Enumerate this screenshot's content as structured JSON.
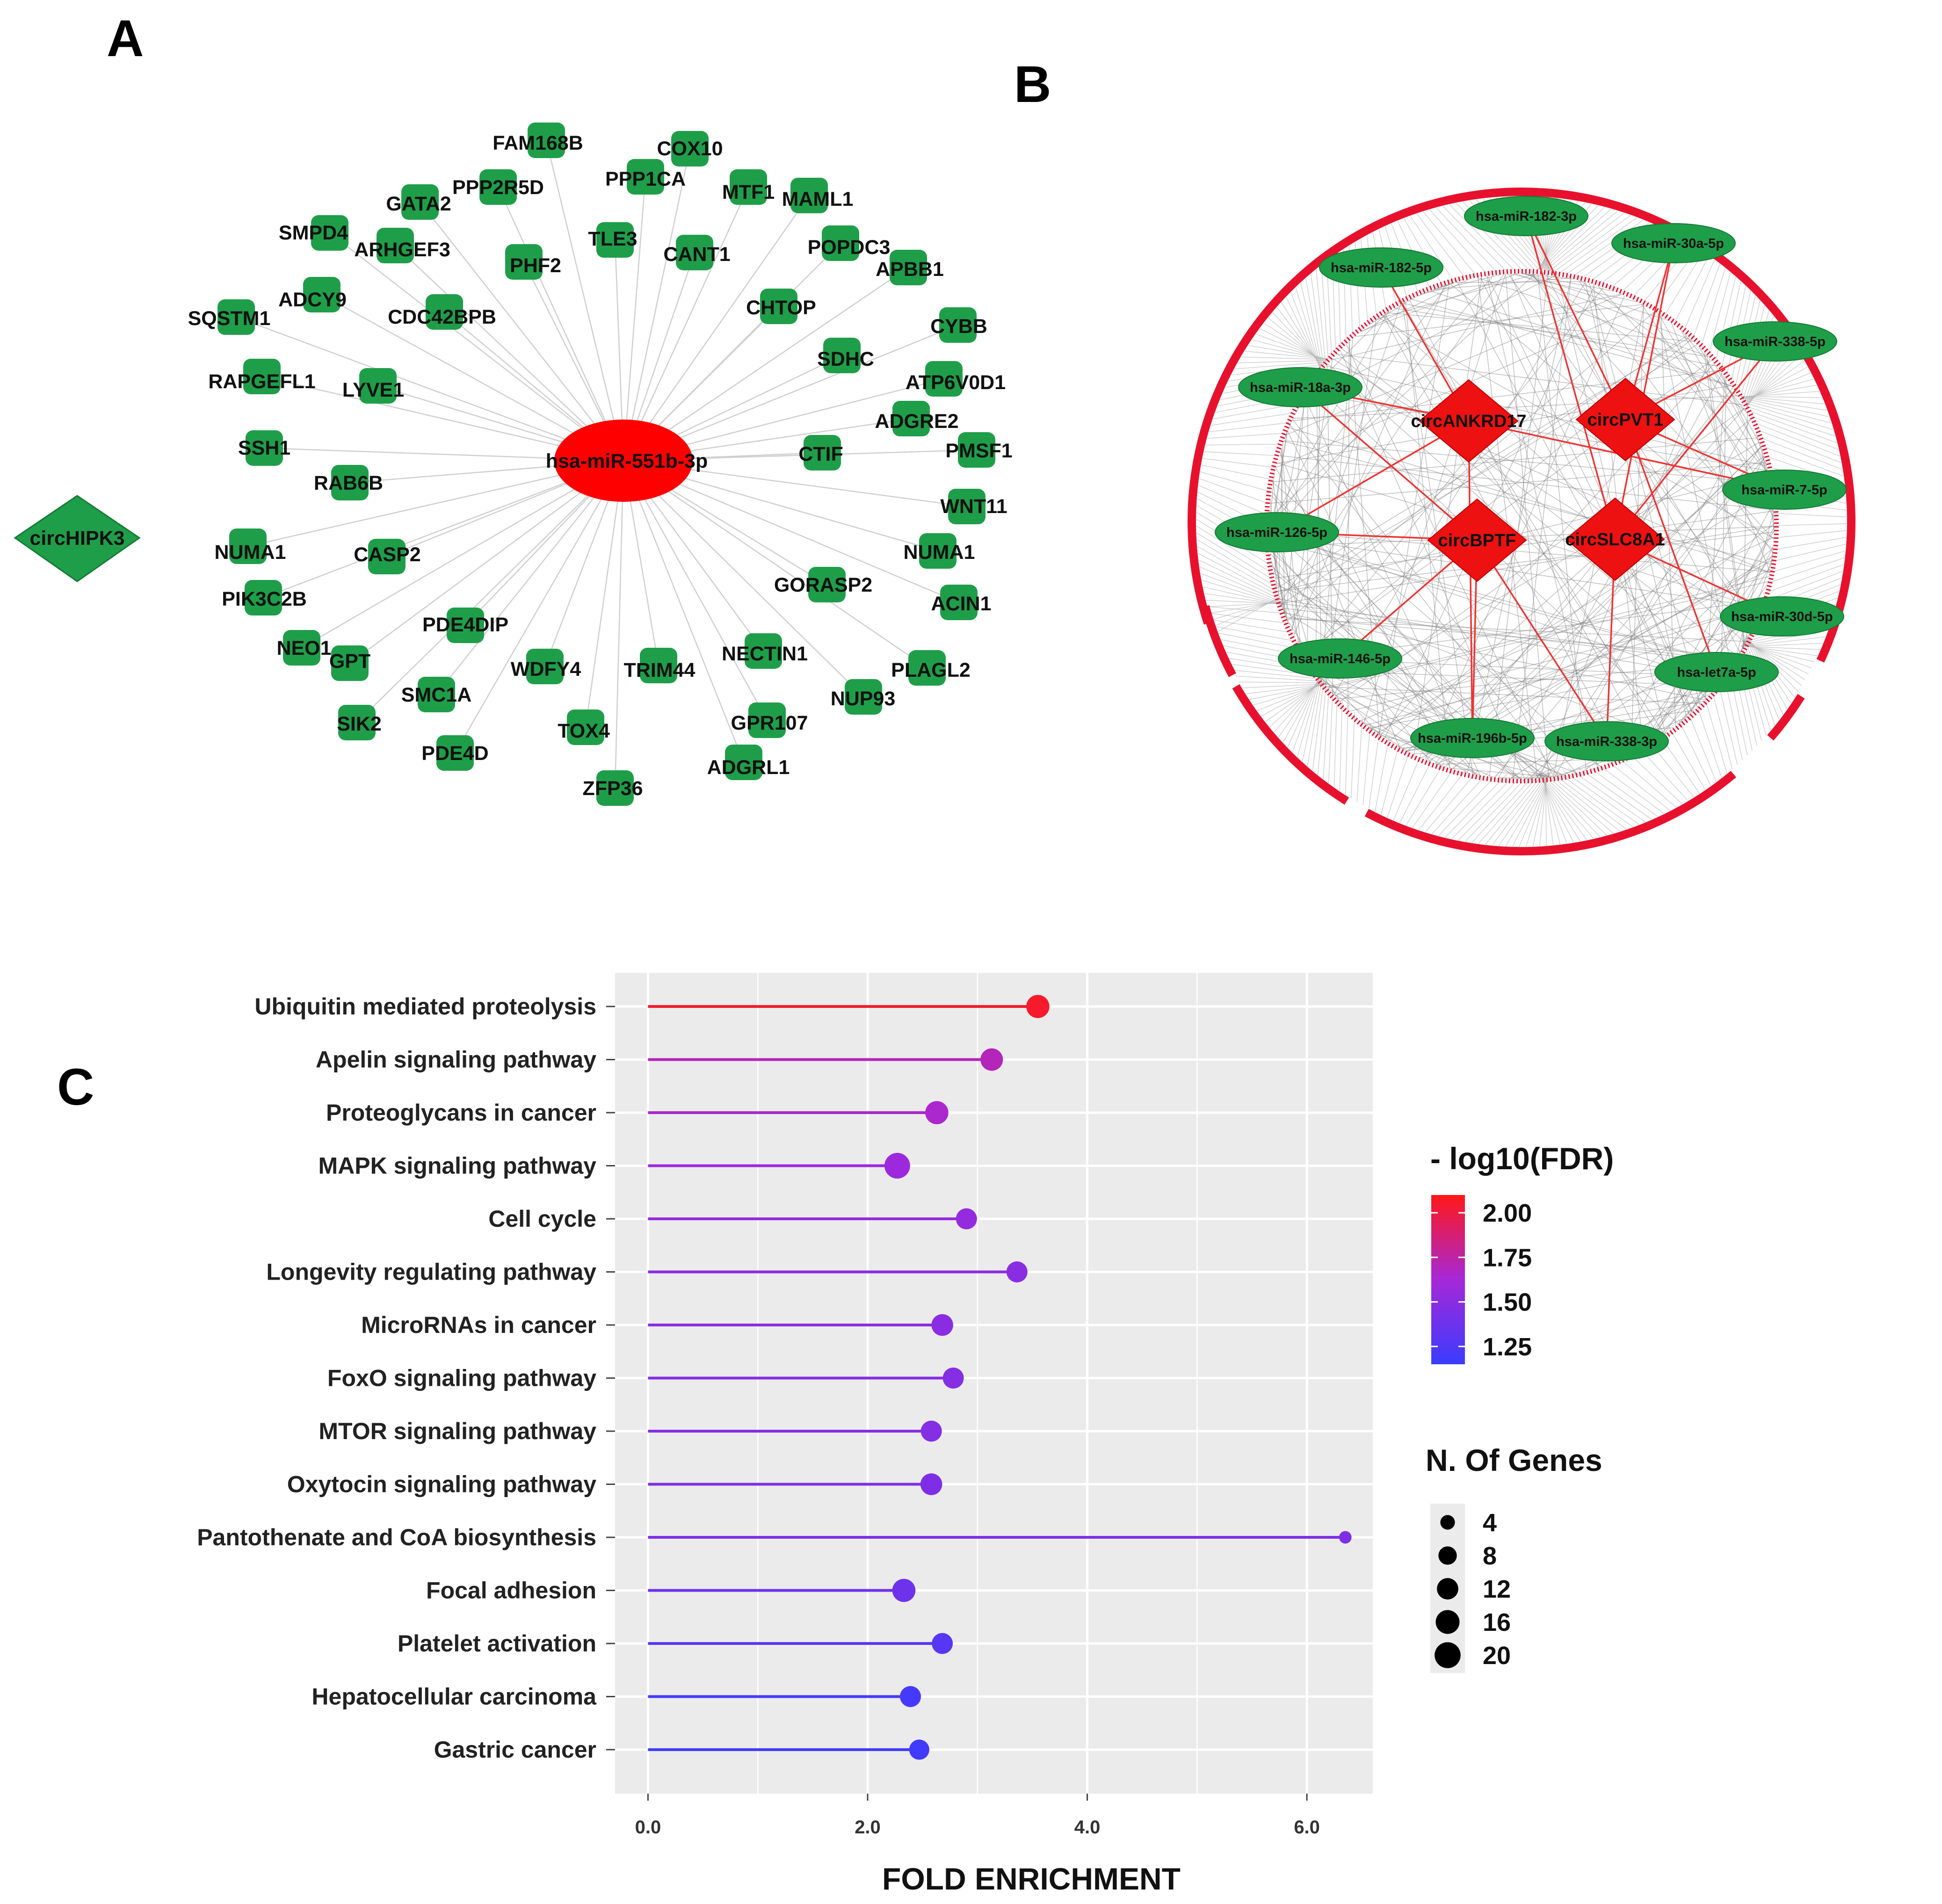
{
  "panels": {
    "a": "A",
    "b": "B",
    "c": "C"
  },
  "network_a": {
    "hub": "hsa-miR-551b-3p",
    "circ": "circHIPK3",
    "genes": [
      "FAM168B",
      "COX10",
      "PPP1CA",
      "PPP2R5D",
      "MTF1",
      "MAML1",
      "GATA2",
      "SMPD4",
      "ARHGEF3",
      "TLE3",
      "CANT1",
      "POPDC3",
      "PHF2",
      "APBB1",
      "ADCY9",
      "CHTOP",
      "SQSTM1",
      "CDC42BPB",
      "CYBB",
      "SDHC",
      "RAPGEFL1",
      "LYVE1",
      "ATP6V0D1",
      "ADGRE2",
      "SSH1",
      "CTIF",
      "PMSF1",
      "RAB6B",
      "WNT11",
      "NUMA1",
      "CASP2",
      "NUMA1",
      "GORASP2",
      "PIK3C2B",
      "ACIN1",
      "PDE4DIP",
      "NEO1",
      "GPT",
      "WDFY4",
      "TRIM44",
      "NECTIN1",
      "PLAGL2",
      "SMC1A",
      "NUP93",
      "SIK2",
      "GPR107",
      "TOX4",
      "PDE4D",
      "ADGRL1",
      "ZFP36"
    ]
  },
  "network_b": {
    "circs": [
      "circANKRD17",
      "circPVT1",
      "circBPTF",
      "circSLC8A1"
    ],
    "mirnas": [
      "hsa-miR-182-3p",
      "hsa-miR-182-5p",
      "hsa-miR-30a-5p",
      "hsa-miR-338-5p",
      "hsa-miR-18a-3p",
      "hsa-miR-7-5p",
      "hsa-miR-126-5p",
      "hsa-miR-30d-5p",
      "hsa-miR-146-5p",
      "hsa-let7a-5p",
      "hsa-miR-196b-5p",
      "hsa-miR-338-3p"
    ]
  },
  "chart_data": {
    "type": "lollipop",
    "xlabel": "FOLD ENRICHMENT",
    "xticks": [
      "0.0",
      "2.0",
      "4.0",
      "6.0"
    ],
    "xlim": [
      -0.3,
      6.6
    ],
    "categories": [
      "Ubiquitin mediated proteolysis",
      "Apelin signaling pathway",
      "Proteoglycans in cancer",
      "MAPK signaling pathway",
      "Cell cycle",
      "Longevity regulating pathway",
      "MicroRNAs in cancer",
      "FoxO signaling pathway",
      "MTOR signaling pathway",
      "Oxytocin signaling pathway",
      "Pantothenate and CoA biosynthesis",
      "Focal adhesion",
      "Platelet activation",
      "Hepatocellular carcinoma",
      "Gastric cancer"
    ],
    "fold_enrichment": [
      3.55,
      3.13,
      2.63,
      2.27,
      2.9,
      3.36,
      2.68,
      2.78,
      2.58,
      2.58,
      6.35,
      2.33,
      2.68,
      2.39,
      2.47
    ],
    "neg_log10_fdr": [
      2.05,
      1.7,
      1.65,
      1.58,
      1.55,
      1.5,
      1.5,
      1.48,
      1.48,
      1.45,
      1.45,
      1.38,
      1.28,
      1.2,
      1.18
    ],
    "n_genes": [
      13,
      12,
      13,
      17,
      10,
      10,
      11,
      10,
      10,
      11,
      2,
      13,
      10,
      10,
      9
    ],
    "color_legend": {
      "title": "- log10(FDR)",
      "values": [
        "2.00",
        "1.75",
        "1.50",
        "1.25"
      ],
      "range": [
        1.15,
        2.1
      ],
      "low": "#3a3cff",
      "high": "#ff2020"
    },
    "size_legend": {
      "title": "N. Of Genes",
      "values": [
        "4",
        "8",
        "12",
        "16",
        "20"
      ]
    },
    "grid": true
  }
}
